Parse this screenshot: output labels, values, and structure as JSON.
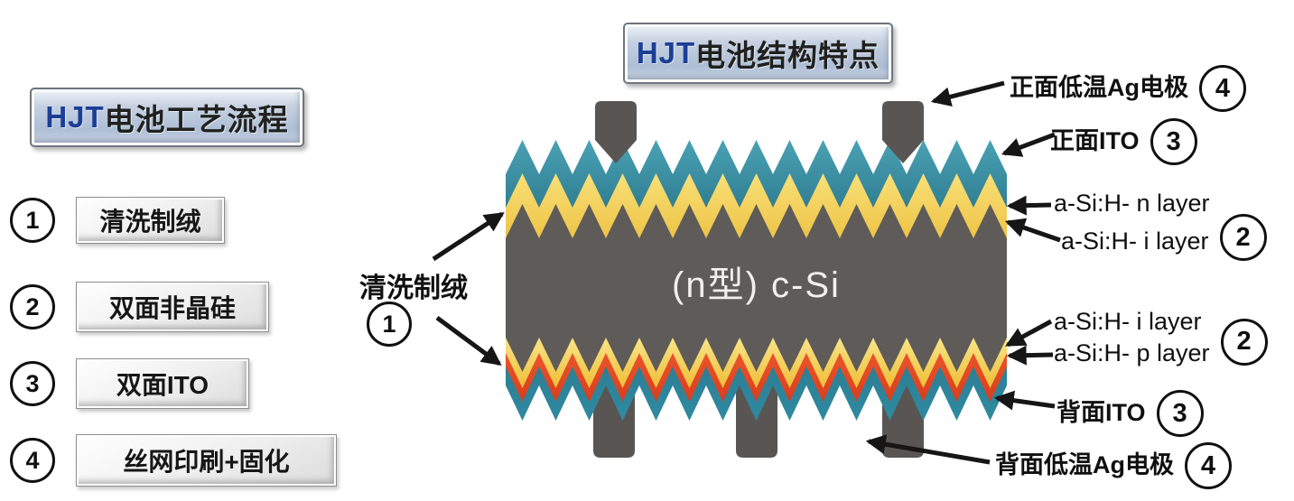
{
  "left_panel": {
    "title": {
      "prefix": "HJT",
      "suffix": "电池工艺流程"
    },
    "steps": [
      {
        "num": "1",
        "label": "清洗制绒"
      },
      {
        "num": "2",
        "label": "双面非晶硅"
      },
      {
        "num": "3",
        "label": "双面ITO"
      },
      {
        "num": "4",
        "label": "丝网印刷+固化"
      }
    ]
  },
  "structure_panel": {
    "title": {
      "prefix": "HJT",
      "suffix": "电池结构特点"
    },
    "wafer_label": "(n型) c-Si",
    "texturing_callout": {
      "label": "清洗制绒",
      "num": "1"
    },
    "callouts": {
      "front_ag": {
        "label": "正面低温Ag电极",
        "num": "4"
      },
      "front_ito": {
        "label": "正面ITO",
        "num": "3"
      },
      "n_layer": {
        "label": "a-Si:H- n layer"
      },
      "i_layer_top": {
        "label": "a-Si:H- i layer",
        "num": "2"
      },
      "i_layer_bottom": {
        "label": "a-Si:H- i layer"
      },
      "p_layer": {
        "label": "a-Si:H- p layer",
        "num": "2"
      },
      "back_ito": {
        "label": "背面ITO",
        "num": "3"
      },
      "back_ag": {
        "label": "背面低温Ag电极",
        "num": "4"
      }
    }
  },
  "colors": {
    "ito_teal": "#2f8399",
    "asi_yellow": "#f2c83d",
    "asi_red": "#e64b27",
    "silicon_gray": "#5e5b58",
    "electrode_gray": "#585553",
    "title_text_blue": "#1c3e96",
    "arrow_black": "#161616"
  }
}
